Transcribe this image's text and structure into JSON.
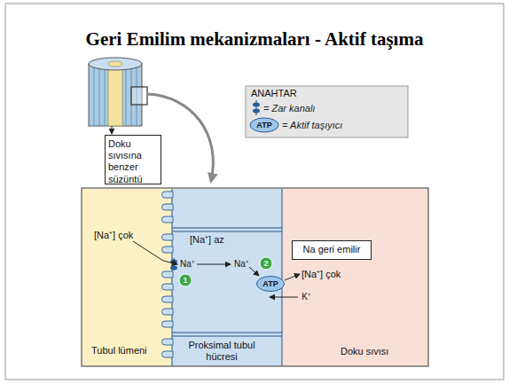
{
  "diagram": {
    "title": "Geri Emilim mekanizmaları - Aktif taşıma",
    "nodes": [
      {
        "text": [
          "Doku sıvısına benzer süzüntü"
        ]
      },
      {
        "text": [
          "[Na⁺] çok",
          "Tubul lümeni"
        ]
      },
      {
        "text": [
          "[Na⁺] az",
          "Proksimal tubul hücresi"
        ]
      },
      {
        "text": [
          "[Na⁺] çok",
          "Doku sıvısı"
        ]
      },
      {
        "text": [
          "Na geri emilir"
        ],
        "in": 3
      },
      {
        "text": [
          "ATP"
        ],
        "in": 2
      }
    ],
    "labels": [
      "ANAHTAR",
      "ATP",
      "Na⁺",
      "Na⁺",
      "2",
      "K⁺",
      "1"
    ],
    "legend": [
      {
        "text": "= Zar kanalı"
      },
      {
        "text": "= Aktif taşıyıcı"
      }
    ]
  }
}
